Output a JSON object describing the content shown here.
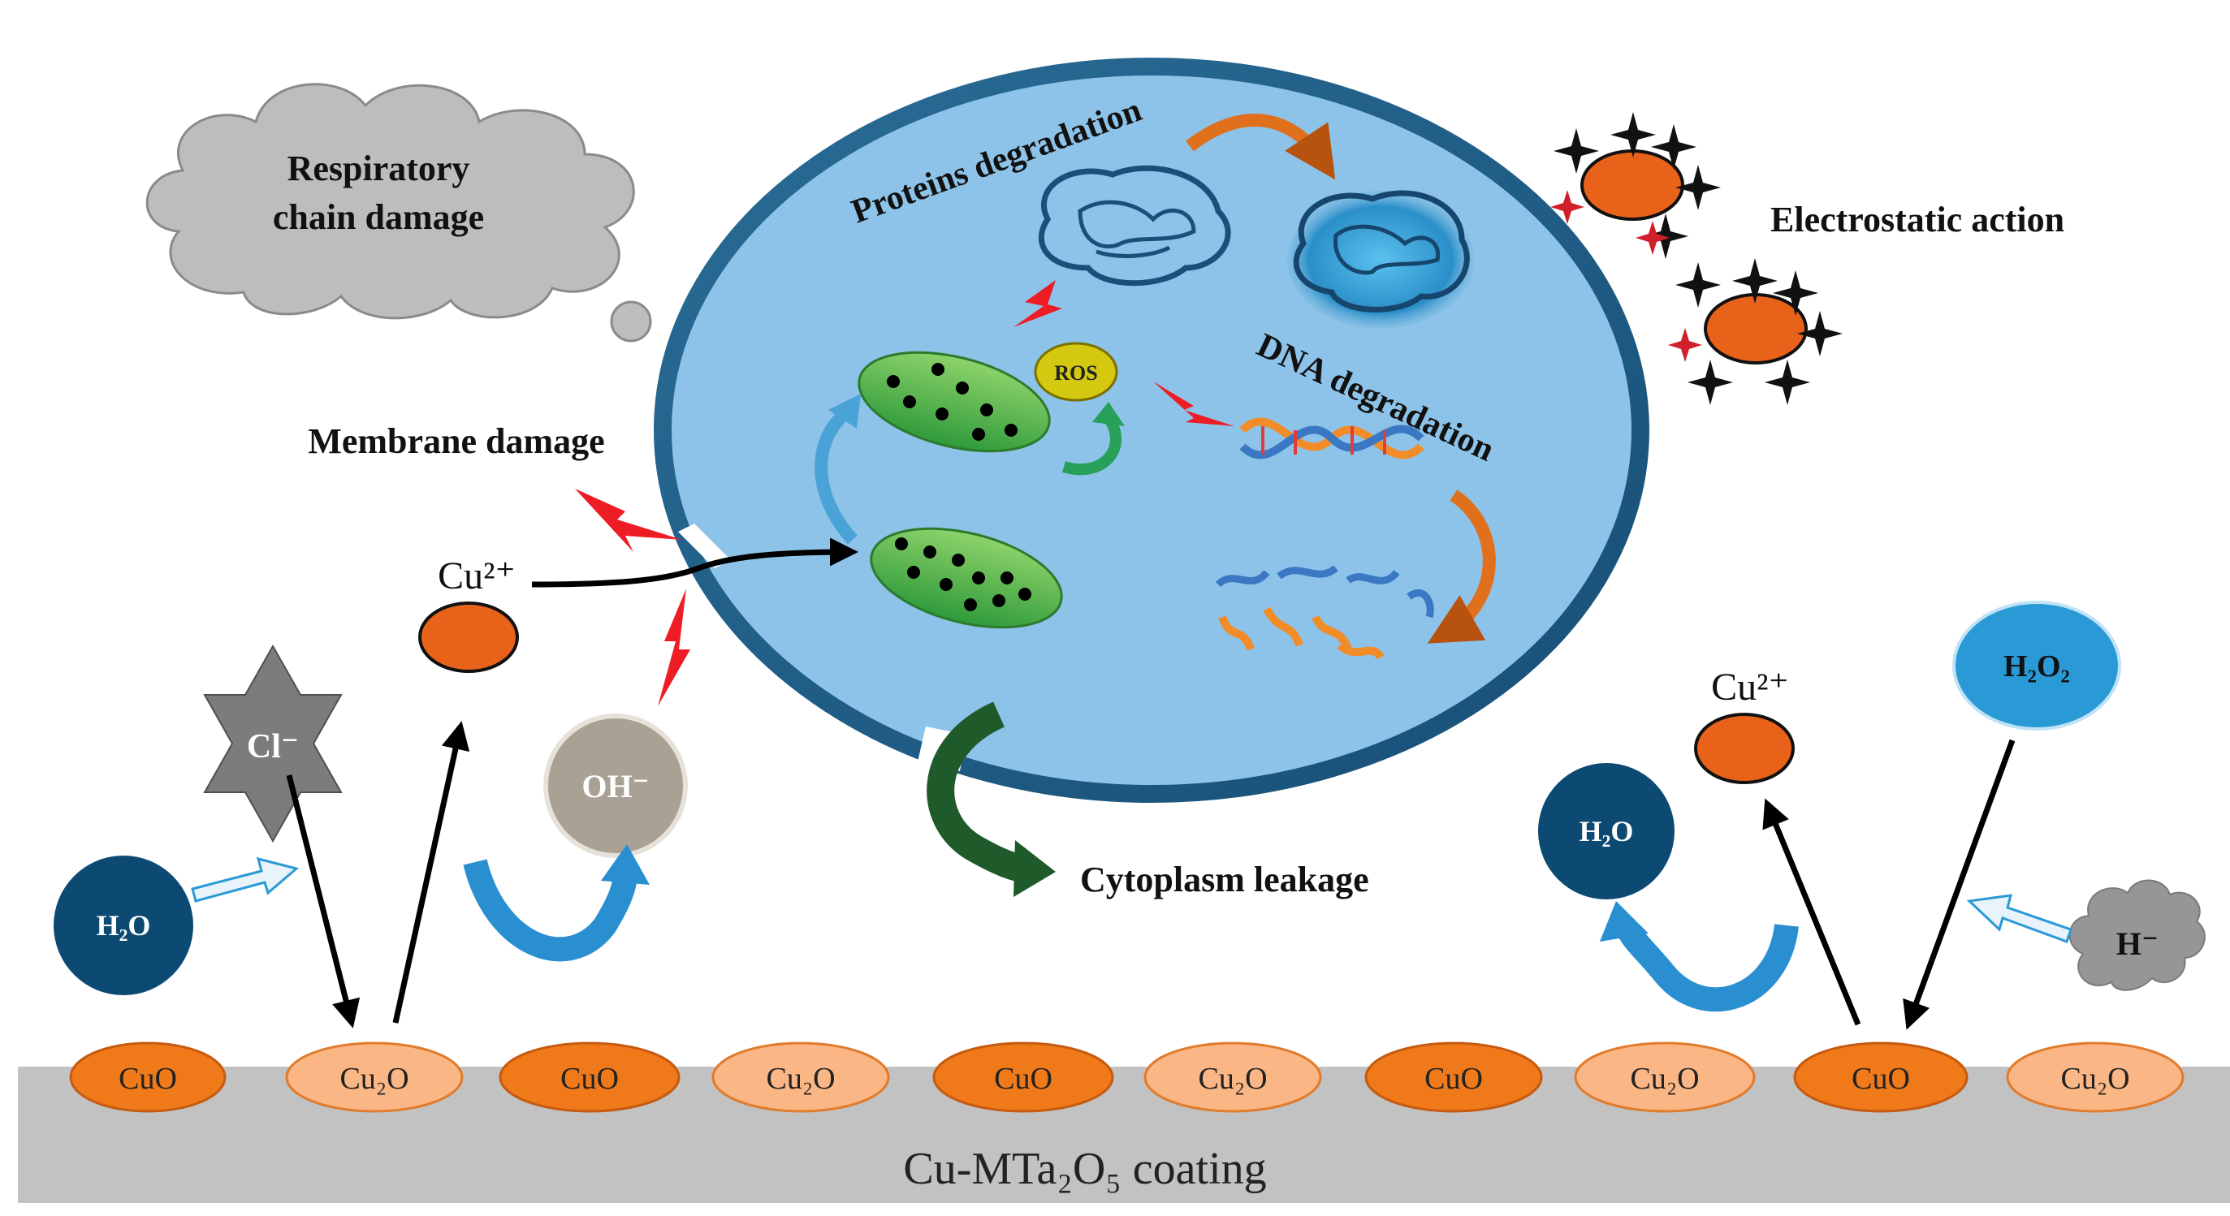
{
  "labels": {
    "respiratory_line1": "Respiratory",
    "respiratory_line2": "chain damage",
    "proteins_degradation": "Proteins degradation",
    "dna_degradation": "DNA degradation",
    "electrostatic_action": "Electrostatic action",
    "membrane_damage": "Membrane damage",
    "cytoplasm_leakage": "Cytoplasm leakage",
    "ros": "ROS",
    "coating": "Cu-MTa₂O₅ coating"
  },
  "ions": {
    "cu2_left": "Cu²⁺",
    "cu2_right": "Cu²⁺",
    "cl": "Cl⁻",
    "oh": "OH⁻",
    "h2o_left": "H₂O",
    "h2o_right": "H₂O",
    "h2o2": "H₂O₂",
    "h_minus": "H⁻"
  },
  "coating_particles": [
    "CuO",
    "Cu₂O",
    "CuO",
    "Cu₂O",
    "CuO",
    "Cu₂O",
    "CuO",
    "Cu₂O",
    "CuO",
    "Cu₂O"
  ],
  "colors": {
    "cell_fill": "#8dc3e8",
    "cell_border": "#1f5f8b",
    "cuo": "#f07a1a",
    "cu2o": "#fbb685",
    "particle_orange": "#e8621a",
    "dark_blue": "#0d4a73",
    "light_blue": "#2a9ad6",
    "green": "#4eb848",
    "lightning": "#ee1c25",
    "coating_gray": "#c2c2c2"
  }
}
